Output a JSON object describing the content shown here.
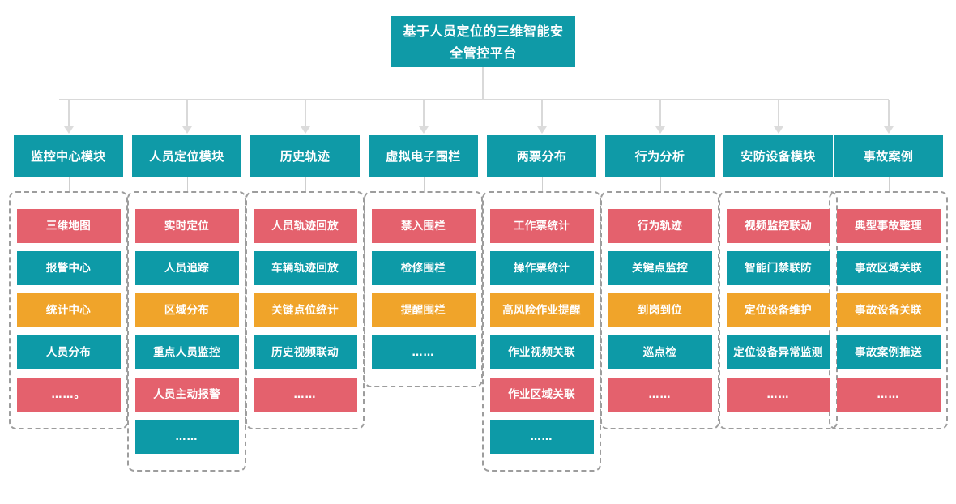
{
  "diagram": {
    "root": {
      "title": "基于人员定位的三维智能安全管控平台"
    },
    "colors": {
      "teal": "#0f9aa7",
      "red": "#e4616d",
      "amber": "#f0a42a",
      "connector": "#d9d9d9",
      "group_border": "#9d9d9d",
      "background": "#ffffff"
    },
    "modules": [
      {
        "header": "监控中心模块",
        "items": [
          {
            "label": "三维地图",
            "color": "red"
          },
          {
            "label": "报警中心",
            "color": "teal"
          },
          {
            "label": "统计中心",
            "color": "amber"
          },
          {
            "label": "人员分布",
            "color": "teal"
          },
          {
            "label": "……。",
            "color": "red"
          }
        ]
      },
      {
        "header": "人员定位模块",
        "items": [
          {
            "label": "实时定位",
            "color": "red"
          },
          {
            "label": "人员追踪",
            "color": "teal"
          },
          {
            "label": "区域分布",
            "color": "amber"
          },
          {
            "label": "重点人员监控",
            "color": "teal"
          },
          {
            "label": "人员主动报警",
            "color": "red"
          },
          {
            "label": "……",
            "color": "teal"
          }
        ]
      },
      {
        "header": "历史轨迹",
        "items": [
          {
            "label": "人员轨迹回放",
            "color": "red"
          },
          {
            "label": "车辆轨迹回放",
            "color": "teal"
          },
          {
            "label": "关键点位统计",
            "color": "amber"
          },
          {
            "label": "历史视频联动",
            "color": "teal"
          },
          {
            "label": "……",
            "color": "red"
          }
        ]
      },
      {
        "header": "虚拟电子围栏",
        "items": [
          {
            "label": "禁入围栏",
            "color": "red"
          },
          {
            "label": "检修围栏",
            "color": "teal"
          },
          {
            "label": "提醒围栏",
            "color": "amber"
          },
          {
            "label": "……",
            "color": "teal"
          }
        ]
      },
      {
        "header": "两票分布",
        "items": [
          {
            "label": "工作票统计",
            "color": "red"
          },
          {
            "label": "操作票统计",
            "color": "teal"
          },
          {
            "label": "高风险作业提醒",
            "color": "amber"
          },
          {
            "label": "作业视频关联",
            "color": "teal"
          },
          {
            "label": "作业区域关联",
            "color": "red"
          },
          {
            "label": "……",
            "color": "teal"
          }
        ]
      },
      {
        "header": "行为分析",
        "items": [
          {
            "label": "行为轨迹",
            "color": "red"
          },
          {
            "label": "关键点监控",
            "color": "teal"
          },
          {
            "label": "到岗到位",
            "color": "amber"
          },
          {
            "label": "巡点检",
            "color": "teal"
          },
          {
            "label": "……",
            "color": "red"
          }
        ]
      },
      {
        "header": "安防设备模块",
        "items": [
          {
            "label": "视频监控联动",
            "color": "red"
          },
          {
            "label": "智能门禁联防",
            "color": "teal"
          },
          {
            "label": "定位设备维护",
            "color": "amber"
          },
          {
            "label": "定位设备异常监测",
            "color": "teal"
          },
          {
            "label": "……",
            "color": "red"
          }
        ]
      },
      {
        "header": "事故案例",
        "items": [
          {
            "label": "典型事故整理",
            "color": "red"
          },
          {
            "label": "事故区域关联",
            "color": "teal"
          },
          {
            "label": "事故设备关联",
            "color": "amber"
          },
          {
            "label": "事故案例推送",
            "color": "teal"
          },
          {
            "label": "……",
            "color": "red"
          }
        ]
      }
    ]
  }
}
